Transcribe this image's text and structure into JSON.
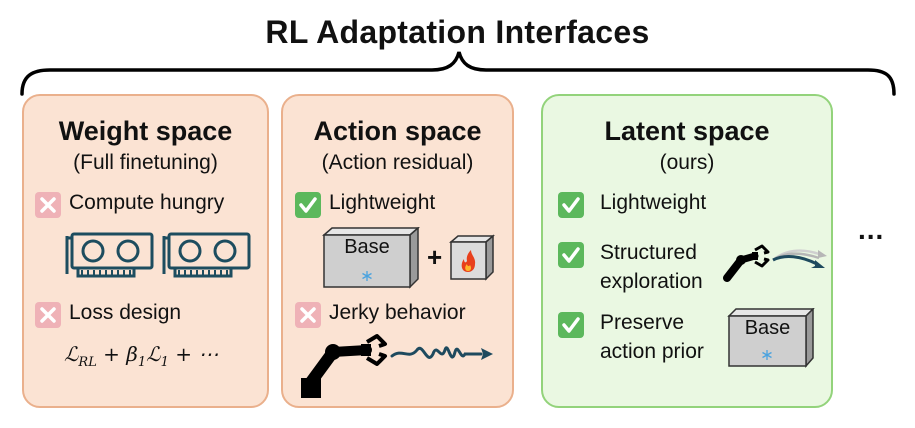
{
  "title": "RL Adaptation Interfaces",
  "panels": [
    {
      "title": "Weight space",
      "subtitle": "(Full finetuning)",
      "items": [
        {
          "status": "x",
          "text": "Compute hungry"
        },
        {
          "status": "x",
          "text": "Loss design"
        }
      ],
      "formula": "ℒRL + β1ℒ1 + ⋯",
      "formula_parts": [
        "ℒ",
        "RL",
        " + β",
        "1",
        "ℒ",
        "1",
        " + ⋯"
      ]
    },
    {
      "title": "Action space",
      "subtitle": "(Action residual)",
      "items": [
        {
          "status": "check",
          "text": "Lightweight"
        },
        {
          "status": "x",
          "text": "Jerky behavior"
        }
      ],
      "base_label": "Base",
      "plus": "+"
    },
    {
      "title": "Latent space",
      "subtitle": "(ours)",
      "items": [
        {
          "status": "check",
          "text": "Lightweight"
        },
        {
          "status": "check",
          "lines": [
            "Structured",
            "exploration"
          ]
        },
        {
          "status": "check",
          "lines": [
            "Preserve",
            "action prior"
          ]
        }
      ],
      "base_label": "Base"
    }
  ],
  "ellipsis": "...",
  "icons": [
    "x-mark-icon",
    "check-mark-icon",
    "gpu-card-icon",
    "base-model-cube-icon",
    "fire-icon",
    "snowflake-icon",
    "robot-arm-icon",
    "trajectory-arrow-icon"
  ],
  "colors": {
    "orange_fill": "#fbe3d3",
    "orange_border": "#eab08c",
    "green_fill": "#eaf8e2",
    "green_border": "#93d37b",
    "check": "#5cb85c",
    "x_badge": "#efb2b7",
    "trajectory": "#1e4a5e"
  }
}
